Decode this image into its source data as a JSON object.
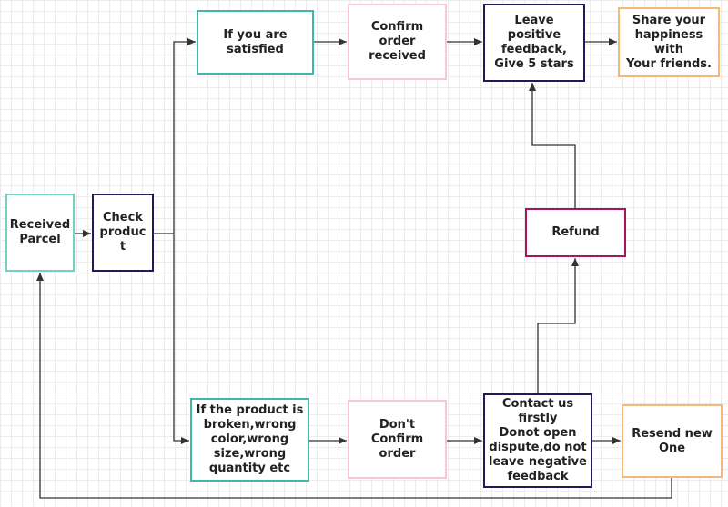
{
  "nodes": {
    "received": "Received\nParcel",
    "check": "Check\nproduc\nt",
    "satisfied": "If you are\nsatisfied",
    "confirm": "Confirm\norder\nreceived",
    "leave_feedback": "Leave\npositive\nfeedback,\nGive 5 stars",
    "share": "Share your\nhappiness\nwith\nYour friends.",
    "broken": "If the product is\nbroken,wrong\ncolor,wrong\nsize,wrong\nquantity etc",
    "dont_confirm": "Don't\nConfirm\norder",
    "contact": "Contact us\nfirstly\nDonot open\ndispute,do not\nleave negative\nfeedback",
    "resend": "Resend new\nOne",
    "refund": "Refund"
  },
  "colors": {
    "line": "#333333",
    "teal": "#6fd3c0",
    "navy": "#1e1b5a",
    "pink": "#f7c6d9",
    "orange": "#f4b87a",
    "crimson": "#a5175a",
    "grid": "#ececec"
  }
}
